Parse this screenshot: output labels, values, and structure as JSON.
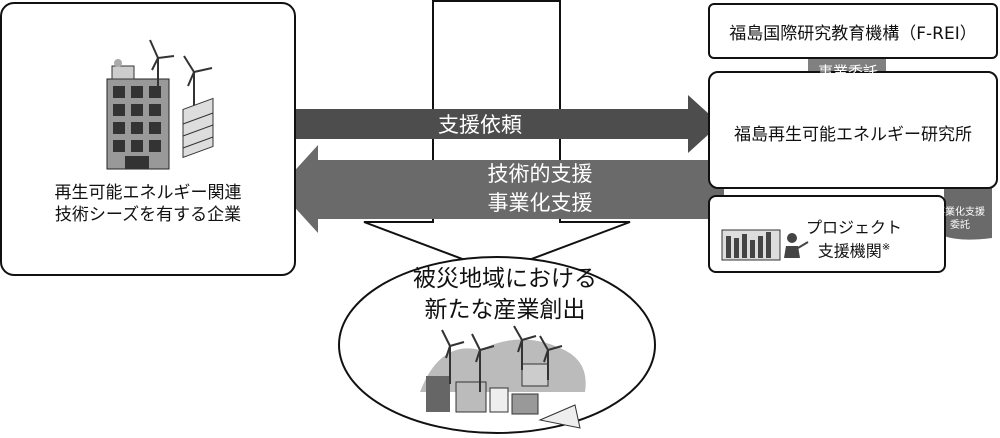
{
  "company": {
    "label_line1": "再生可能エネルギー関連",
    "label_line2": "技術シーズを有する企業"
  },
  "frei": {
    "label": "福島国際研究教育機構（F-REI）"
  },
  "commission": {
    "label": "事業委託"
  },
  "institute": {
    "label": "福島再生可能エネルギー研究所"
  },
  "support_request": {
    "label": "支援依頼"
  },
  "tech_support": {
    "line1": "技術的支援",
    "line2": "事業化支援"
  },
  "sub_commission": {
    "line1": "事業化支援",
    "line2": "委託"
  },
  "project": {
    "line1": "プロジェクト",
    "line2": "支援機関",
    "note_mark": "※"
  },
  "creation": {
    "line1": "被災地域における",
    "line2": "新たな産業創出"
  },
  "colors": {
    "dark_arrow": "#4d4d4d",
    "mid_arrow": "#6a6a6a",
    "light_gray": "#9a9a9a",
    "outline": "#111111"
  }
}
